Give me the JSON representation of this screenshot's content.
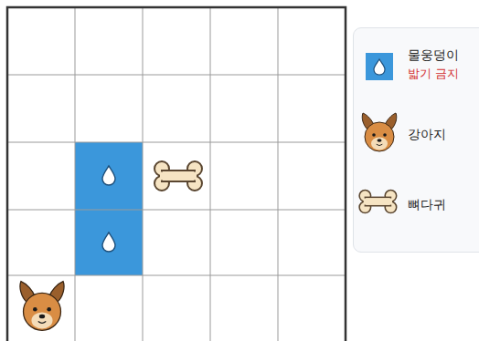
{
  "diagram": {
    "labels": [
      "밟기 금지"
    ],
    "legend": [
      {
        "text": "물웅덩이",
        "color": "#3b97db"
      },
      {
        "text": "강아지"
      },
      {
        "text": "뼈다귀"
      }
    ]
  }
}
